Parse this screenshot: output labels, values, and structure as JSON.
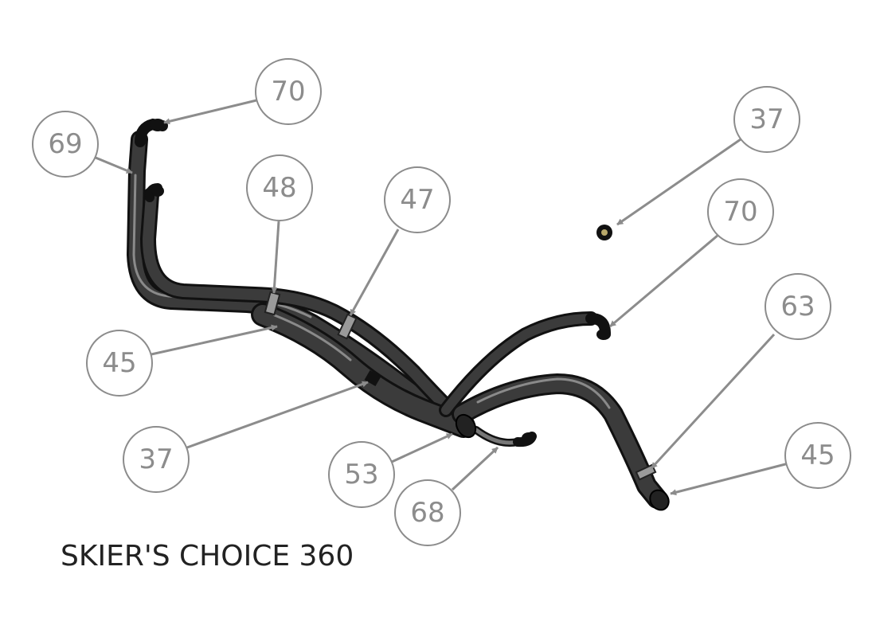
{
  "caption": "SKIER'S CHOICE 360",
  "colors": {
    "balloon": "#8c8c8c",
    "hose": "#3b3b3b",
    "text": "#222222"
  },
  "balloons": [
    {
      "id": "b70a",
      "label": "70"
    },
    {
      "id": "b69",
      "label": "69"
    },
    {
      "id": "b48",
      "label": "48"
    },
    {
      "id": "b47",
      "label": "47"
    },
    {
      "id": "b37a",
      "label": "37"
    },
    {
      "id": "b70b",
      "label": "70"
    },
    {
      "id": "b45a",
      "label": "45"
    },
    {
      "id": "b63",
      "label": "63"
    },
    {
      "id": "b37b",
      "label": "37"
    },
    {
      "id": "b53",
      "label": "53"
    },
    {
      "id": "b68",
      "label": "68"
    },
    {
      "id": "b45b",
      "label": "45"
    }
  ]
}
